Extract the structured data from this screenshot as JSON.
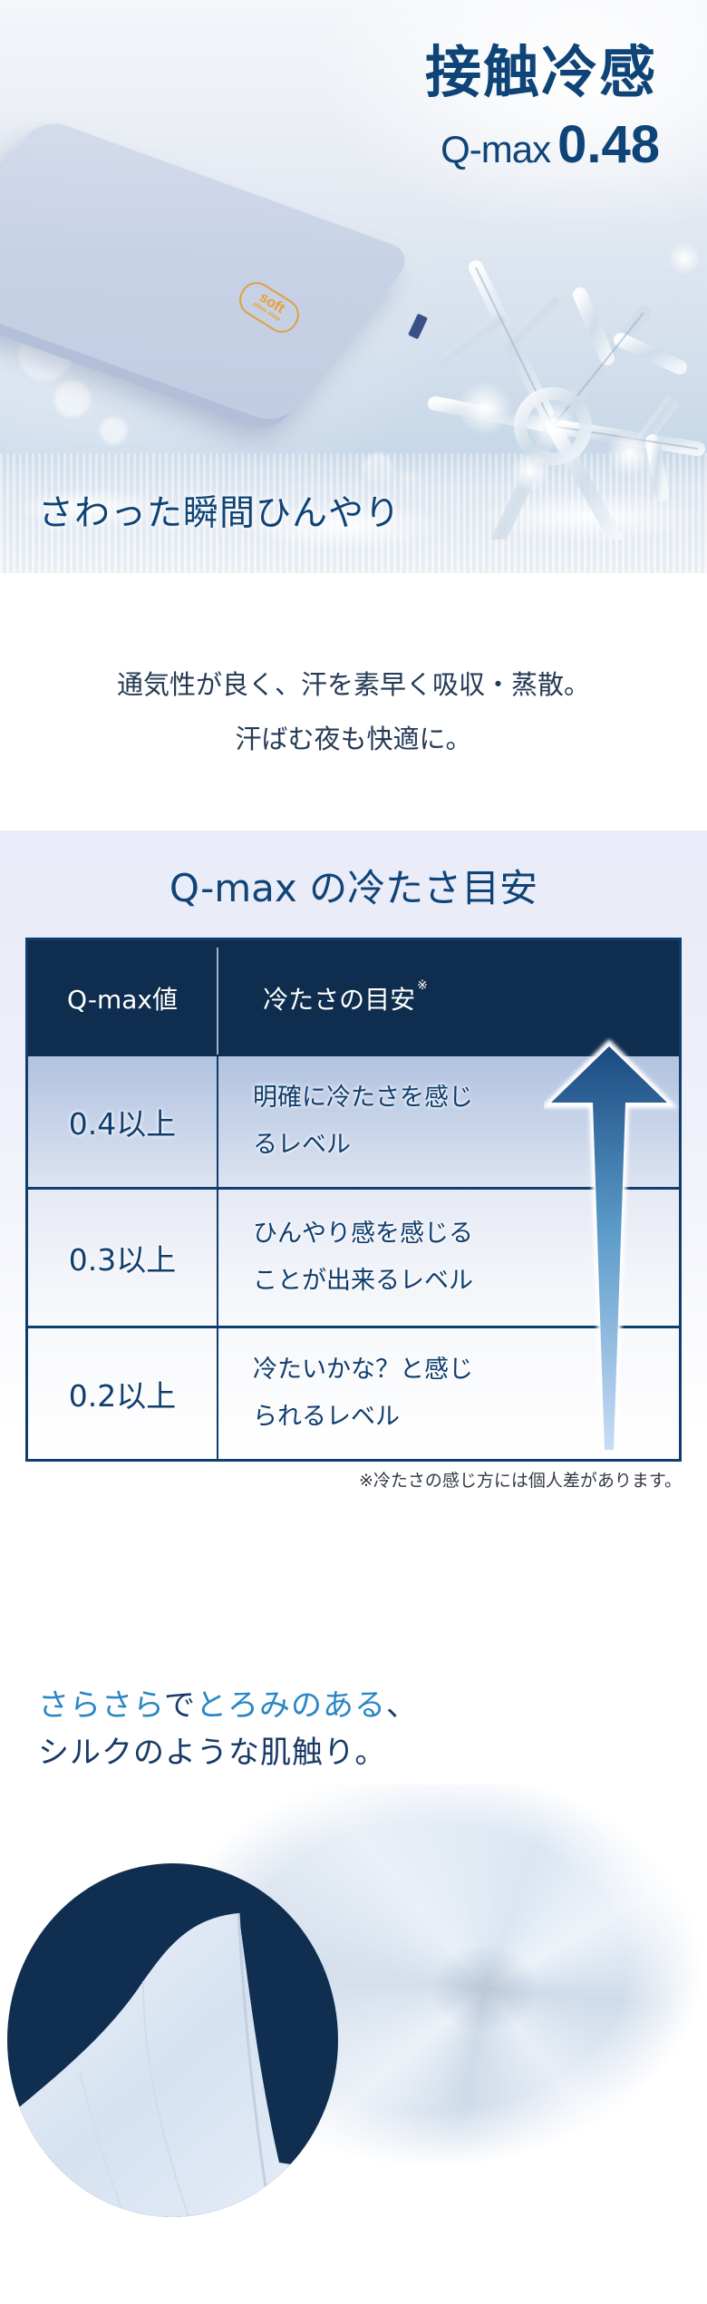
{
  "hero": {
    "title": "接触冷感",
    "qmax_label": "Q-max",
    "qmax_value": "0.48",
    "caption": "さわった瞬間ひんやり",
    "pillow_logo": "soft",
    "pillow_logo_sub": "pillow sleep"
  },
  "intro": {
    "line1": "通気性が良く、汗を素早く吸収・蒸散。",
    "line2": "汗ばむ夜も快適に。"
  },
  "scale": {
    "title": "Q-max の冷たさ目安",
    "header": {
      "col1": "Q-max値",
      "col2": "冷たさの目安",
      "col2_mark": "※"
    },
    "rows": [
      {
        "value": "0.4以上",
        "desc_line1": "明確に冷たさを感じ",
        "desc_line2": "るレベル"
      },
      {
        "value": "0.3以上",
        "desc_line1": "ひんやり感を感じる",
        "desc_line2": "ことが出来るレベル"
      },
      {
        "value": "0.2以上",
        "desc_line1": "冷たいかな？と感じ",
        "desc_line2": "られるレベル"
      }
    ],
    "footnote": "※冷たさの感じ方には個人差があります。"
  },
  "silk": {
    "line1_parts": [
      "さらさら",
      "で",
      "とろみのある",
      "、"
    ],
    "line2": "シルクのような肌触り。"
  },
  "colors": {
    "navy": "#0f2d4e",
    "title_blue": "#0f4478",
    "accent_blue": "#2a86c6",
    "logo_orange": "#e8a02c"
  }
}
